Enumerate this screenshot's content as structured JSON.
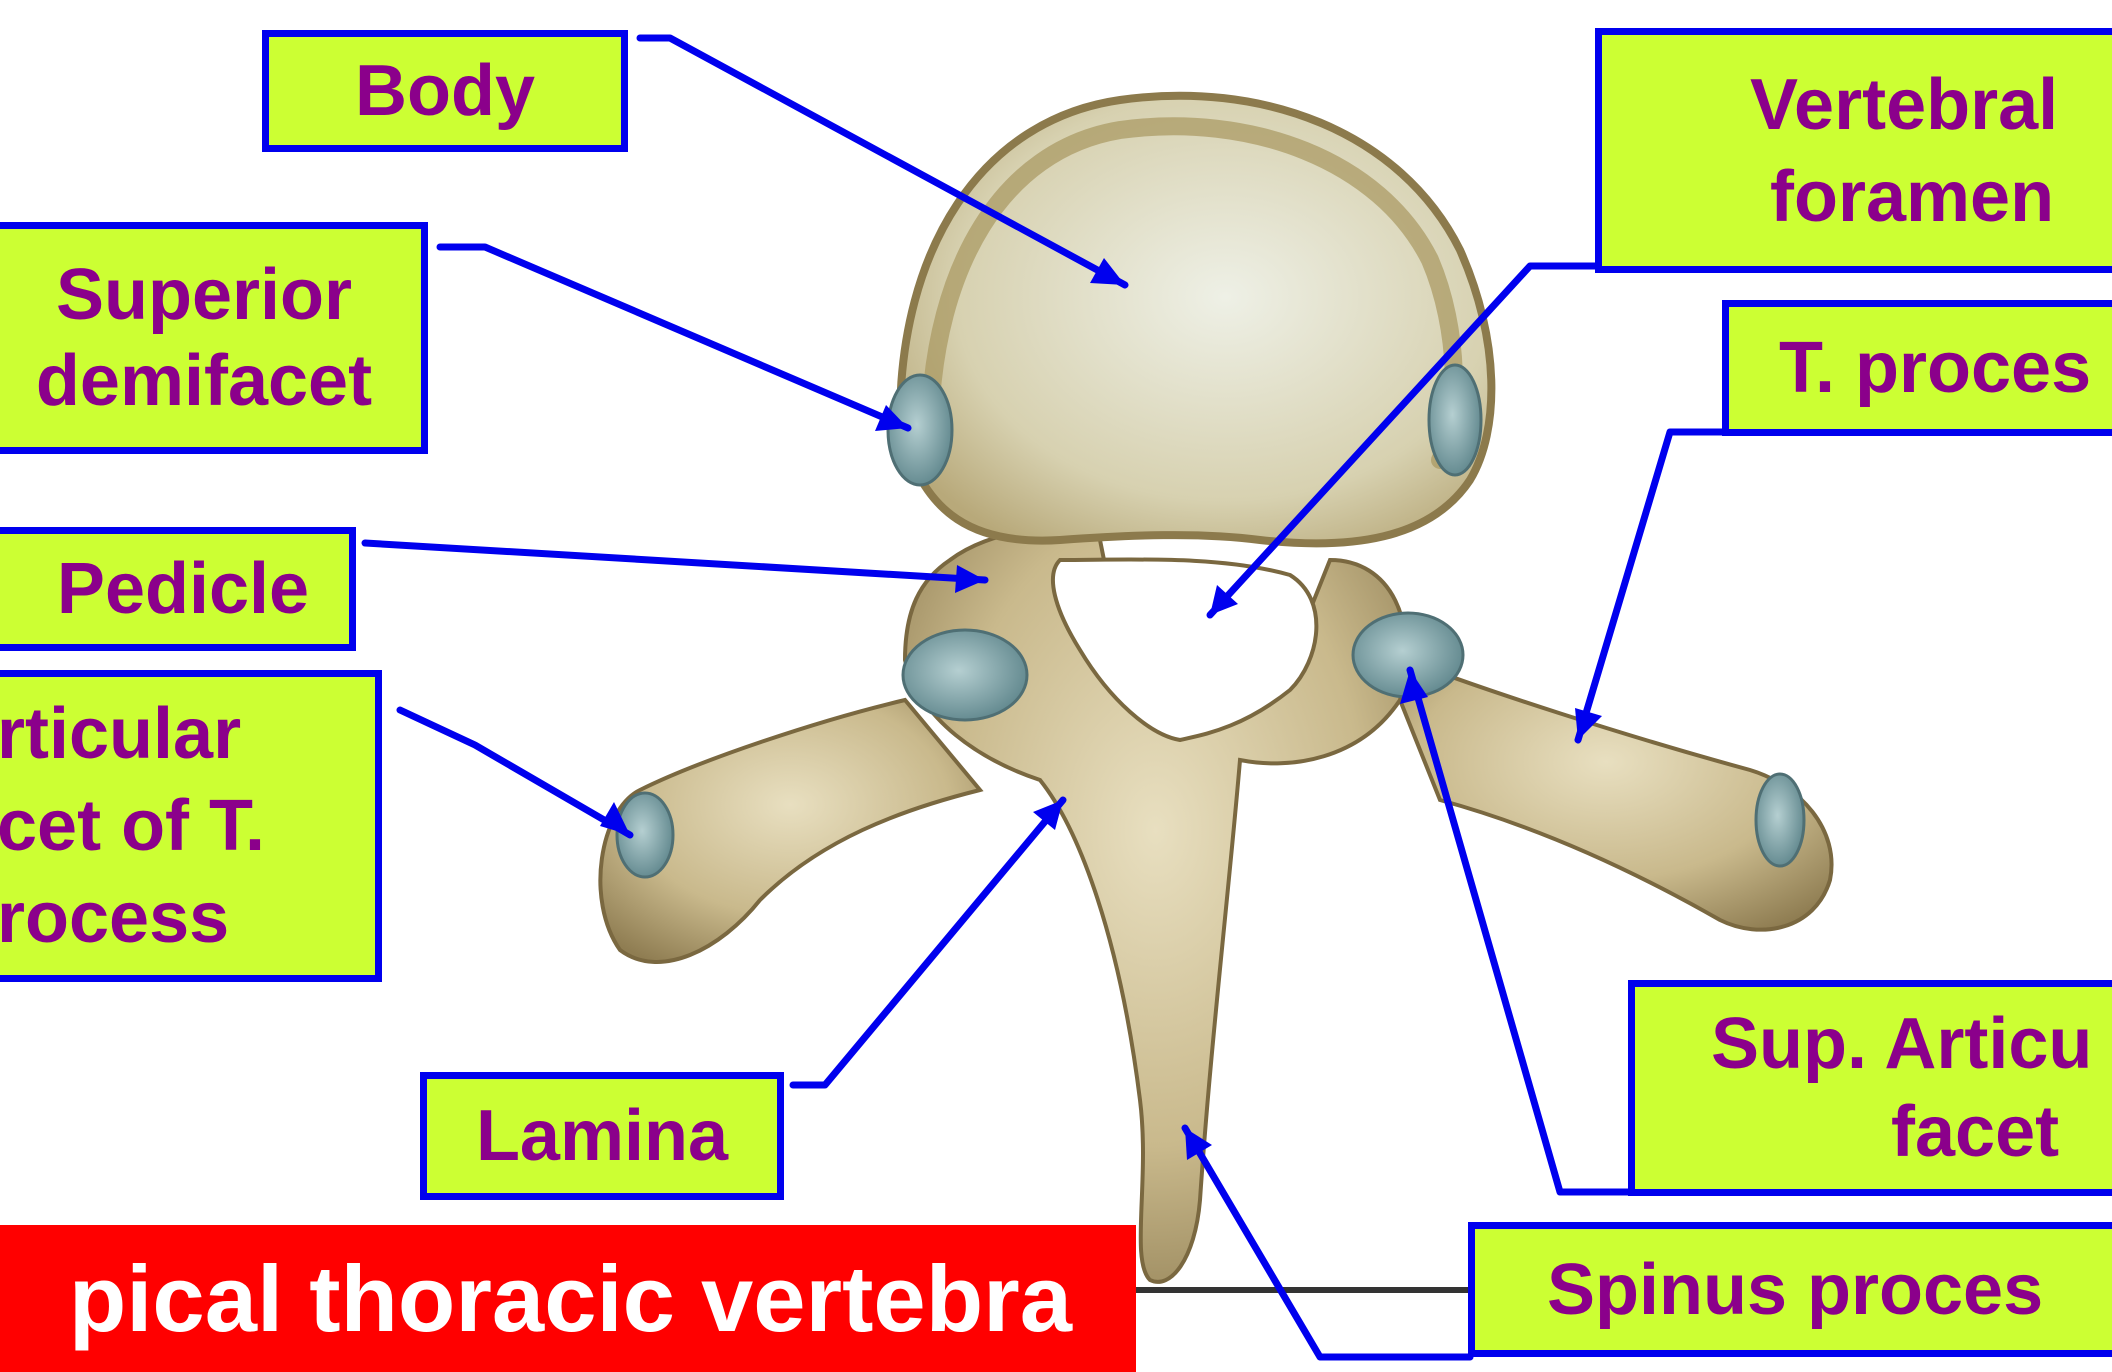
{
  "colors": {
    "label_fill": "#ccff33",
    "label_border": "#0000ee",
    "label_text": "#8b008b",
    "arrow": "#0000ee",
    "title_fill": "#ff0000",
    "title_text": "#ffffff",
    "bone": "#c9b98c",
    "facet": "#7fa3a8"
  },
  "labels": {
    "body": "Body",
    "superior_demifacet_line1": "Superior",
    "superior_demifacet_line2": "demifacet",
    "pedicle": "Pedicle",
    "articular_facet_line1": "rticular",
    "articular_facet_line2": "cet of T.",
    "articular_facet_line3": "rocess",
    "lamina": "Lamina",
    "vertebral_foramen_line1": "Vertebral",
    "vertebral_foramen_line2": "foramen",
    "t_process": "T. proces",
    "sup_articular_facet_line1": "Sup. Articu",
    "sup_articular_facet_line2": "facet",
    "spinus_process": "Spinus proces"
  },
  "title": "pical thoracic vertebra"
}
